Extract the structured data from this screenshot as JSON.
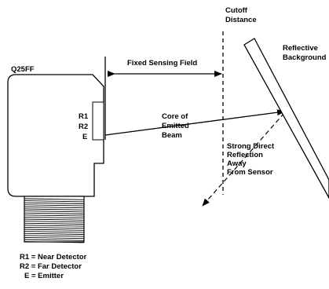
{
  "labels": {
    "model": "Q25FF",
    "cutoff_line1": "Cutoff",
    "cutoff_line2": "Distance",
    "fixed_field": "Fixed Sensing Field",
    "reflective_line1": "Reflective",
    "reflective_line2": "Background",
    "core_line1": "Core of",
    "core_line2": "Emitted",
    "core_line3": "Beam",
    "reflection_line1": "Strong Direct",
    "reflection_line2": "Reflection",
    "reflection_line3": "Away",
    "reflection_line4": "From Sensor",
    "face_r1": "R1",
    "face_r2": "R2",
    "face_e": "E"
  },
  "legend": [
    "R1 = Near Detector",
    "R2 = Far Detector",
    "E = Emitter"
  ]
}
